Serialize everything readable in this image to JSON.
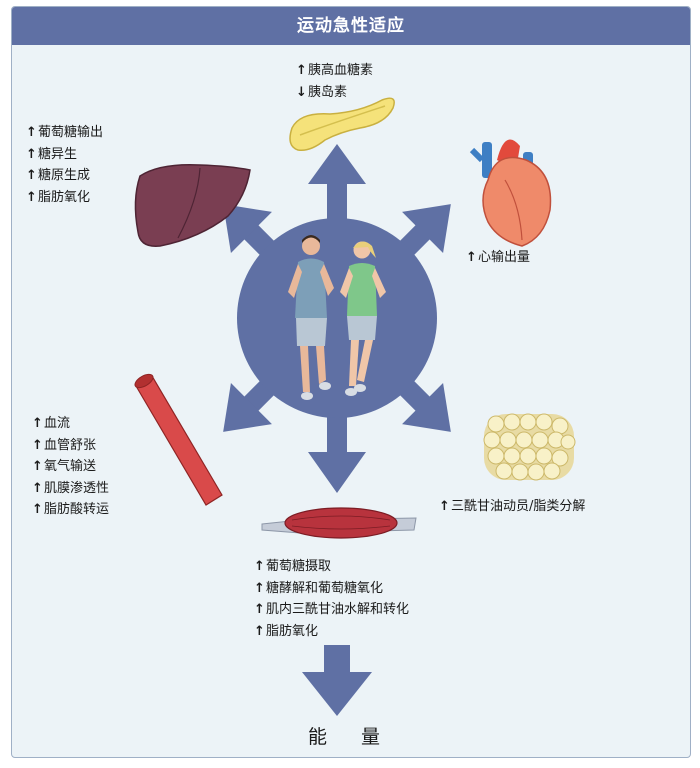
{
  "title": "运动急性适应",
  "arrow_up": "↑",
  "arrow_down": "↓",
  "pancreas": [
    "胰高血糖素",
    "胰岛素"
  ],
  "liver": [
    "葡萄糖输出",
    "糖异生",
    "糖原生成",
    "脂肪氧化"
  ],
  "heart": [
    "心输出量"
  ],
  "blood_vessel": [
    "血流",
    "血管舒张",
    "氧气输送",
    "肌膜渗透性",
    "脂肪酸转运"
  ],
  "adipose": [
    "三酰甘油动员/脂类分解"
  ],
  "muscle": [
    "葡萄糖摄取",
    "糖酵解和葡萄糖氧化",
    "肌内三酰甘油水解和转化",
    "脂肪氧化"
  ],
  "energy": "能 量",
  "colors": {
    "header": "#5f70a4",
    "hub": "#5f70a4",
    "background": "#ecf3f7"
  }
}
